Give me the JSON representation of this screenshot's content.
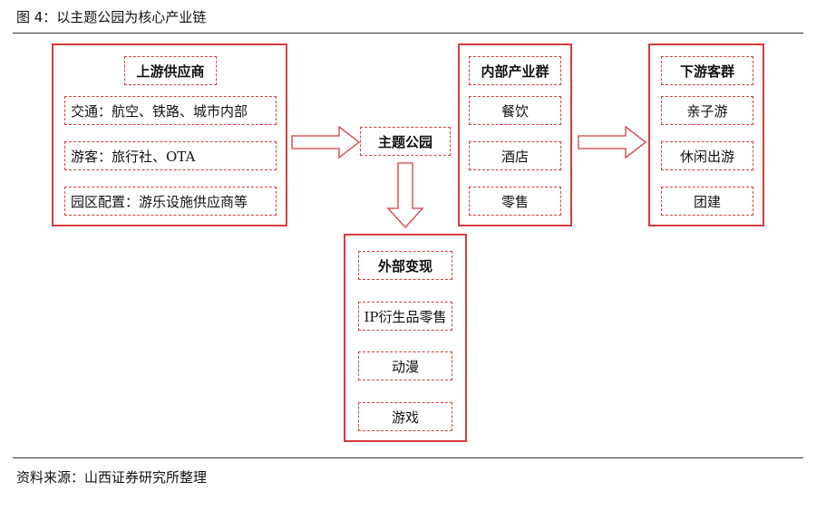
{
  "figure": {
    "title": "图 4：以主题公园为核心产业链",
    "source": "资料来源：山西证券研究所整理"
  },
  "diagram": {
    "upstream": {
      "header": "上游供应商",
      "items": [
        "交通：航空、铁路、城市内部",
        "游客：旅行社、OTA",
        "园区配置：游乐设施供应商等"
      ]
    },
    "center": {
      "label": "主题公园"
    },
    "internal": {
      "header": "内部产业群",
      "items": [
        "餐饮",
        "酒店",
        "零售"
      ]
    },
    "downstream": {
      "header": "下游客群",
      "items": [
        "亲子游",
        "休闲出游",
        "团建"
      ]
    },
    "external": {
      "header": "外部变现",
      "items": [
        "IP衍生品零售",
        "动漫",
        "游戏"
      ]
    },
    "colors": {
      "accent": "#d83c3c"
    }
  }
}
